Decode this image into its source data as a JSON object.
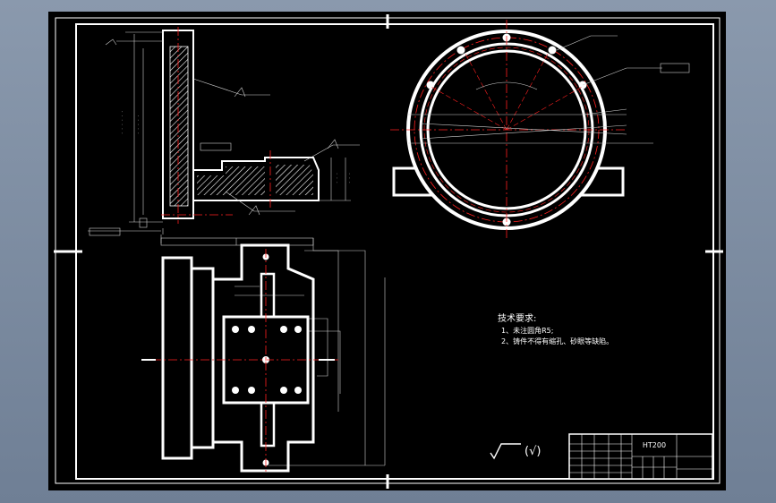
{
  "drawing": {
    "material": "HT200",
    "notes_title": "技术要求:",
    "notes": [
      "1、未注圆角R5;",
      "2、铸件不得有缩孔、砂眼等缺陷。"
    ],
    "surface_symbol_text": "(√)",
    "colors": {
      "background": "#000000",
      "frame": "#ffffff",
      "centerline": "#ff2020",
      "dimension": "#d0d0d0",
      "viewport_bg": "#7f8ea3"
    }
  }
}
